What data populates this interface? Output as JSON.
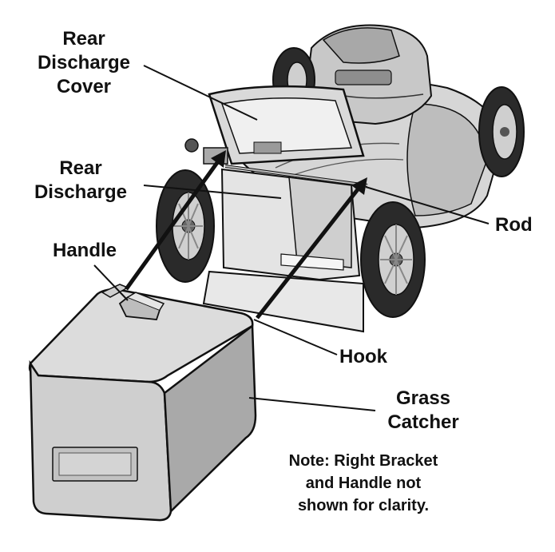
{
  "labels": {
    "rear_discharge_cover": [
      "Rear",
      "Discharge",
      "Cover"
    ],
    "rear_discharge": [
      "Rear",
      "Discharge"
    ],
    "handle": "Handle",
    "rod": "Rod",
    "hook": "Hook",
    "grass_catcher": [
      "Grass",
      "Catcher"
    ]
  },
  "note": [
    "Note: Right Bracket",
    "and Handle not",
    "shown for clarity."
  ],
  "colors": {
    "line": "#111111",
    "body": "#d8d8d8",
    "body_dark": "#9a9a9a",
    "tire": "#2a2a2a",
    "panel": "#e2e2e2"
  }
}
